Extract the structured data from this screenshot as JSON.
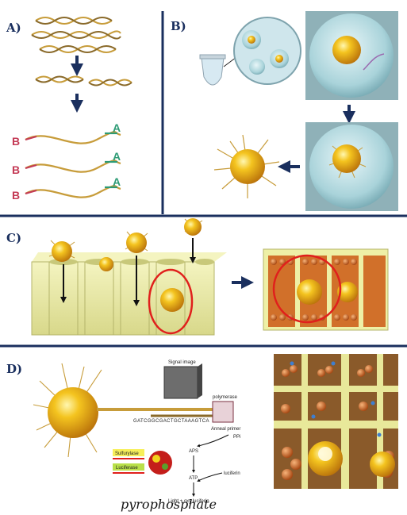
{
  "panels": {
    "a": {
      "label": "A)"
    },
    "b": {
      "label": "B)"
    },
    "c": {
      "label": "C)"
    },
    "d": {
      "label": "D)"
    }
  },
  "adapters": {
    "left": "B",
    "right": "A"
  },
  "panel_d": {
    "signal_image": "Signal image",
    "polymerase": "polymerase",
    "anneal_primer": "Anneal primer",
    "sequence": "GATCGGCGACTGCTAAAGTCA",
    "aps": "APS",
    "ppi": "PPi",
    "atp": "ATP",
    "luciferin": "luciferin",
    "light": "Light + oxy luciferin",
    "sulfurylase": "Sulfurylase",
    "luciferase": "Luciferase",
    "handwritten_note": "pyrophosphate"
  },
  "colors": {
    "divider": "#1a2f5e",
    "bead": "#f2b81a",
    "circle_highlight": "#e0201c",
    "plate": "#eef0a6",
    "arrow": "#1a2f5e"
  }
}
